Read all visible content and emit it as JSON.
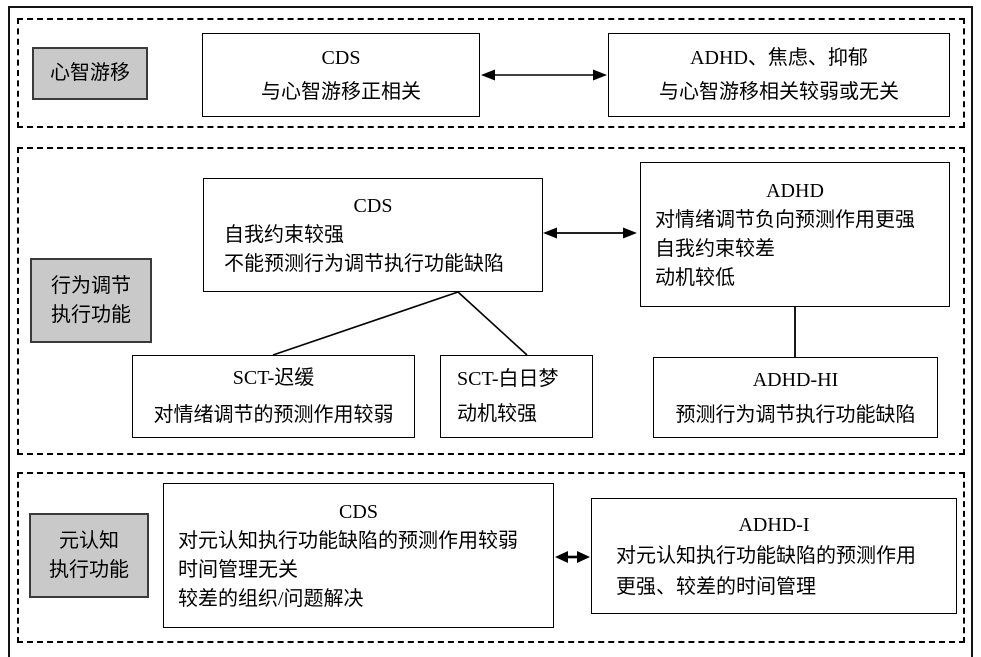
{
  "colors": {
    "section_label_bg": "#c9c9c9",
    "line": "#000000",
    "background": "#ffffff"
  },
  "sections": [
    {
      "name": "mind-wandering",
      "label_lines": [
        "心智游移"
      ],
      "left_box": {
        "title": "CDS",
        "lines": [
          "与心智游移正相关"
        ]
      },
      "right_box": {
        "title": "ADHD、焦虑、抑郁",
        "lines": [
          "与心智游移相关较弱或无关"
        ]
      }
    },
    {
      "name": "behavior-regulation-executive-function",
      "label_lines": [
        "行为调节",
        "执行功能"
      ],
      "cds_box": {
        "title": "CDS",
        "lines": [
          "自我约束较强",
          "不能预测行为调节执行功能缺陷"
        ]
      },
      "adhd_box": {
        "title": "ADHD",
        "lines": [
          "对情绪调节负向预测作用更强",
          "自我约束较差",
          "动机较低"
        ]
      },
      "sct_slow_box": {
        "title": "SCT-迟缓",
        "lines": [
          "对情绪调节的预测作用较弱"
        ]
      },
      "sct_daydream_box": {
        "title": "SCT-白日梦",
        "lines": [
          "动机较强"
        ]
      },
      "adhd_hi_box": {
        "title": "ADHD-HI",
        "lines": [
          "预测行为调节执行功能缺陷"
        ]
      }
    },
    {
      "name": "metacognitive-executive-function",
      "label_lines": [
        "元认知",
        "执行功能"
      ],
      "cds_box": {
        "title": "CDS",
        "lines": [
          "对元认知执行功能缺陷的预测作用较弱",
          "时间管理无关",
          "较差的组织/问题解决"
        ]
      },
      "adhd_i_box": {
        "title": "ADHD-I",
        "lines": [
          "对元认知执行功能缺陷的预测作用",
          "更强、较差的时间管理"
        ]
      }
    }
  ]
}
